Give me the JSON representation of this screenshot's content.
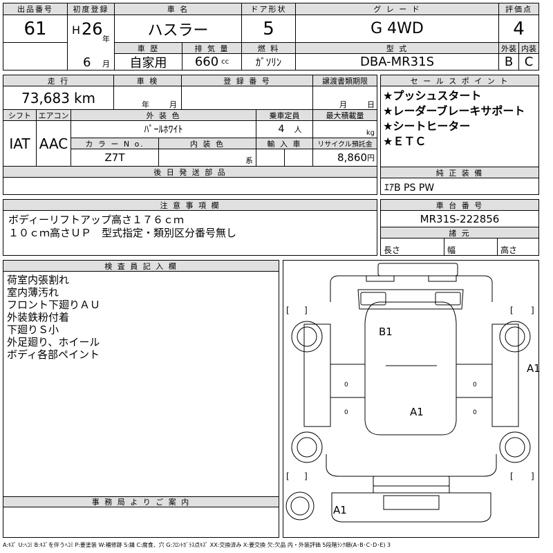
{
  "header": {
    "lot_label": "出品番号",
    "lot": "61",
    "first_reg_label": "初度登録",
    "era": "H",
    "year": "26",
    "year_unit": "年",
    "month": "6",
    "month_unit": "月",
    "name_label": "車 名",
    "name": "ハスラー",
    "door_label": "ドア形状",
    "door": "5",
    "grade_label": "グ レ ー ド",
    "grade": "G  4WD",
    "score_label": "評価点",
    "score": "4",
    "history_label": "車 歴",
    "history": "自家用",
    "displacement_label": "排 気 量",
    "displacement": "660",
    "displacement_unit": "cc",
    "fuel_label": "燃 料",
    "fuel": "ｶﾞｿﾘﾝ",
    "model_label": "型 式",
    "model": "DBA-MR31S",
    "exterior_label": "外装",
    "exterior": "B",
    "interior_label": "内装",
    "interior": "C"
  },
  "row2": {
    "mileage_label": "走 行",
    "mileage": "73,683",
    "mileage_unit": "km",
    "inspection_label": "車 検",
    "insp_year_unit": "年",
    "insp_month_unit": "月",
    "reg_label": "登 録 番 号",
    "transfer_label": "譲渡書類期限",
    "transfer_month_unit": "月",
    "transfer_day_unit": "日",
    "shift_label": "シフト",
    "shift": "IAT",
    "ac_label": "エアコン",
    "ac": "AAC",
    "color_label": "外 装 色",
    "color": "ﾊﾟｰﾙﾎﾜｲﾄ",
    "capacity_label": "乗車定員",
    "capacity": "4",
    "capacity_unit": "人",
    "load_label": "最大積載量",
    "load_unit": "kg",
    "colorno_label": "カ ラ ー N o.",
    "colorno": "Z7T",
    "intcolor_label": "内 装 色",
    "intcolor_unit": "系",
    "import_label": "輸 入 車",
    "recycle_label": "リサイクル預託金",
    "recycle": "8,860",
    "recycle_unit": "円",
    "later_label": "後 日 発 送 部 品"
  },
  "sales": {
    "label": "セ ー ル ス ポ イ ン ト",
    "points": [
      "★プッシュスタート",
      "★レーダーブレーキサポート",
      "★シートヒーター",
      "★ＥＴＣ"
    ]
  },
  "genuine": {
    "label": "純 正 装 備",
    "value": "ｴｱB PS PW"
  },
  "notes": {
    "label": "注 意 事 項 欄",
    "lines": [
      "ボディーリフトアップ高さ１７６ｃｍ",
      "１０ｃｍ高さＵＰ　型式指定・類別区分番号無し"
    ]
  },
  "chassis": {
    "label": "車 台 番 号",
    "value": "MR31S-222856",
    "spec_label": "諸 元",
    "length": "長さ",
    "width": "幅",
    "height": "高さ"
  },
  "inspector": {
    "label": "検 査 員 記 入 欄",
    "lines": [
      "荷室内張割れ",
      "室内薄汚れ",
      "フロント下廻りＡＵ",
      "外装鉄粉付着",
      "下廻りＳ小",
      "外足廻り、ホイール",
      "ボディ各部ペイント"
    ]
  },
  "office": {
    "label": "事 務 局 よ り ご 案 内"
  },
  "diagram": {
    "marks": [
      "B1",
      "A1",
      "A1",
      "A1"
    ]
  },
  "legend": "A:ｷｽﾞ U:ﾍｺﾐ B:ｷｽﾞを伴うﾍｺﾐ P:要塗装 W:補修跡 S:錆 C:腐食、穴 G:ﾌﾛﾝﾄｶﾞﾗｽ点ｷｽﾞ XX:交換済み X:要交換 欠:欠品 内・外装評価 5段階ﾗﾝｸ順(A･B･C･D･E) 3"
}
